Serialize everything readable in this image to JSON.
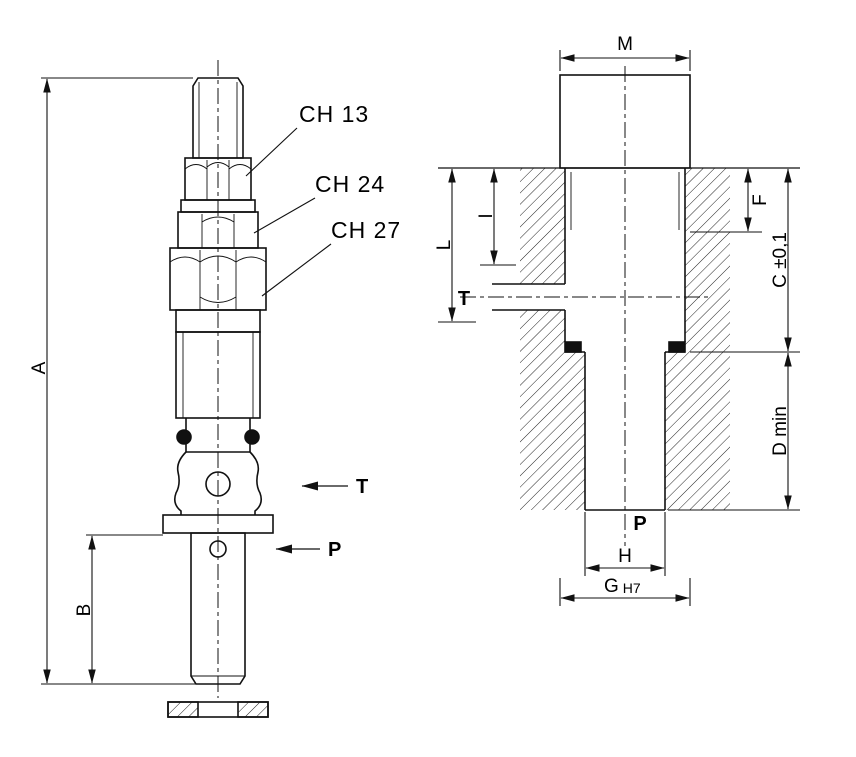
{
  "title": "Cartridge valve dimensional drawing",
  "colors": {
    "line": "#111111",
    "background": "#ffffff"
  },
  "left_view": {
    "hex_labels": [
      {
        "id": "ch13",
        "text": "CH 13"
      },
      {
        "id": "ch24",
        "text": "CH 24"
      },
      {
        "id": "ch27",
        "text": "CH 27"
      }
    ],
    "dims": {
      "a": "A",
      "b": "B"
    },
    "ports": {
      "t": "T",
      "p": "P"
    }
  },
  "right_view": {
    "dims": {
      "m": "M",
      "f": "F",
      "i": "I",
      "l": "L",
      "c": "C ±0,1",
      "d": "D min",
      "h": "H",
      "g": "G",
      "g_tol": "H7"
    },
    "ports": {
      "t": "T",
      "p": "P"
    }
  }
}
